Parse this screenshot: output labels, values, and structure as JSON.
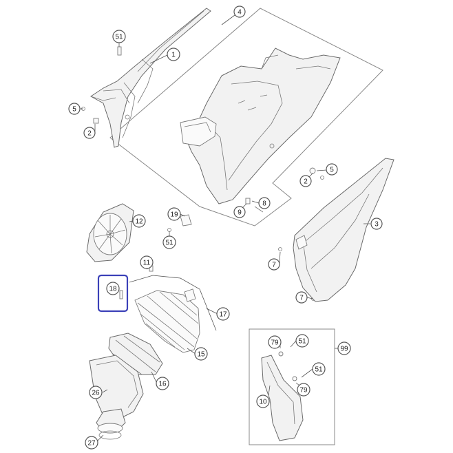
{
  "callouts": {
    "c1": "1",
    "c2a": "2",
    "c2b": "2",
    "c3": "3",
    "c4": "4",
    "c5a": "5",
    "c5b": "5",
    "c7a": "7",
    "c7b": "7",
    "c8": "8",
    "c9": "9",
    "c10": "10",
    "c11": "11",
    "c12": "12",
    "c15": "15",
    "c16": "16",
    "c17": "17",
    "c18": "18",
    "c19": "19",
    "c26": "26",
    "c27": "27",
    "c51a": "51",
    "c51b": "51",
    "c51c": "51",
    "c51d": "51",
    "c79a": "79",
    "c79b": "79",
    "c99": "99"
  },
  "highlighted_callout": "18",
  "colors": {
    "highlight": "#3b40b8",
    "line": "#555555",
    "part_fill": "#f2f2f2"
  }
}
